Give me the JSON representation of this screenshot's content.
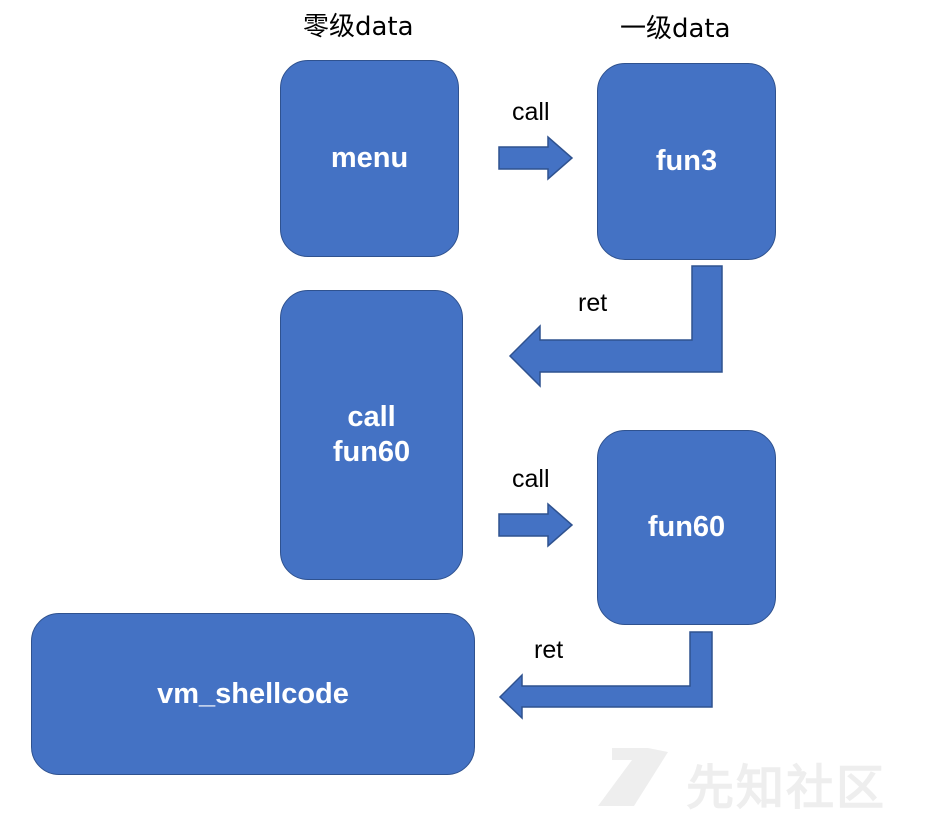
{
  "headers": {
    "level0": "零级data",
    "level1": "一级data"
  },
  "nodes": {
    "menu": "menu",
    "fun3": "fun3",
    "call_fun60_line1": "call",
    "call_fun60_line2": "fun60",
    "fun60": "fun60",
    "vm_shellcode": "vm_shellcode"
  },
  "edges": {
    "call_1": "call",
    "ret_1": "ret",
    "call_2": "call",
    "ret_2": "ret"
  },
  "watermark": {
    "text": "先知社区"
  },
  "colors": {
    "node_fill": "#4472c4",
    "node_border": "#2f528f",
    "node_text": "#ffffff",
    "watermark": "#eeeeee"
  }
}
